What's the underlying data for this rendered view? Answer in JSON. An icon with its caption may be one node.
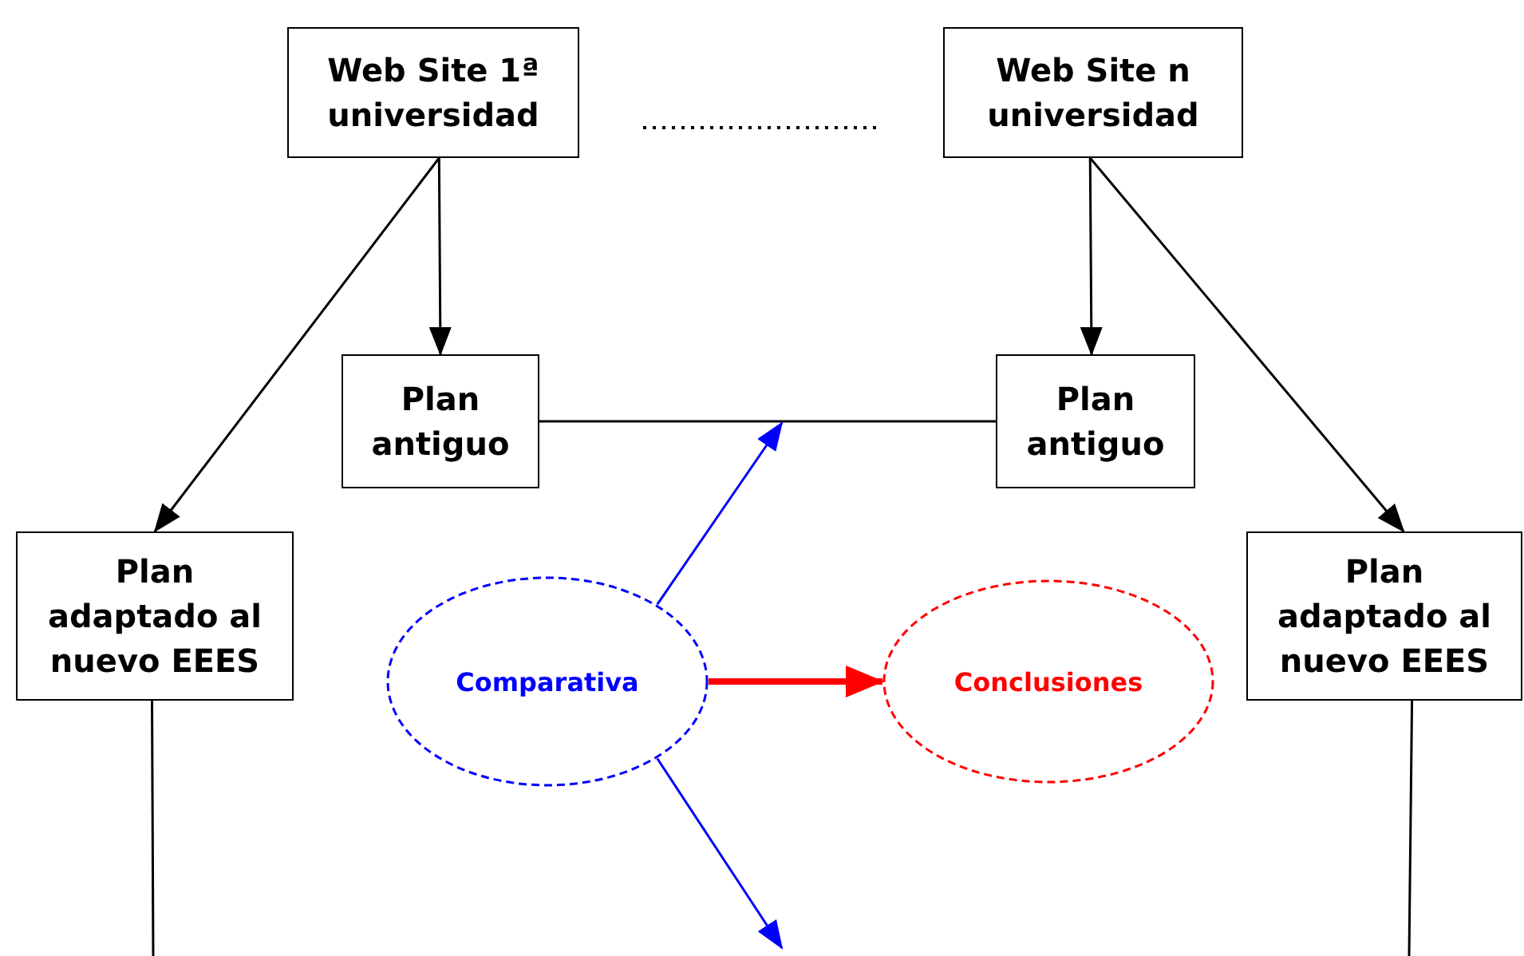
{
  "diagram": {
    "nodes": [
      {
        "text": [
          "Web Site 1ª universidad"
        ]
      },
      {
        "text": [
          "Web Site n universidad"
        ]
      },
      {
        "text": [
          "Plan antiguo"
        ]
      },
      {
        "text": [
          "Plan antiguo"
        ]
      },
      {
        "text": [
          "Plan adaptado al nuevo EEES"
        ]
      },
      {
        "text": [
          "Plan adaptado al nuevo EEES"
        ]
      },
      {
        "text": [
          "Comparativa"
        ]
      },
      {
        "text": [
          "Conclusiones"
        ]
      }
    ],
    "edges": [
      {
        "from": 0,
        "to": 2,
        "arrow": "to"
      },
      {
        "from": 0,
        "to": 4,
        "arrow": "to"
      },
      {
        "from": 1,
        "to": 3,
        "arrow": "to"
      },
      {
        "from": 1,
        "to": 5,
        "arrow": "to"
      },
      {
        "from": 2,
        "to": 3,
        "arrow": "none"
      },
      {
        "from": 6,
        "to": null,
        "arrow": "to",
        "color": "#0000ff"
      },
      {
        "from": 6,
        "to": 7,
        "arrow": "to",
        "style": "thick",
        "color": "#ff0000"
      },
      {
        "from": 6,
        "to": null,
        "arrow": "to",
        "color": "#0000ff"
      },
      {
        "from": 4,
        "to": null,
        "arrow": "none"
      },
      {
        "from": 5,
        "to": null,
        "arrow": "none"
      }
    ]
  }
}
